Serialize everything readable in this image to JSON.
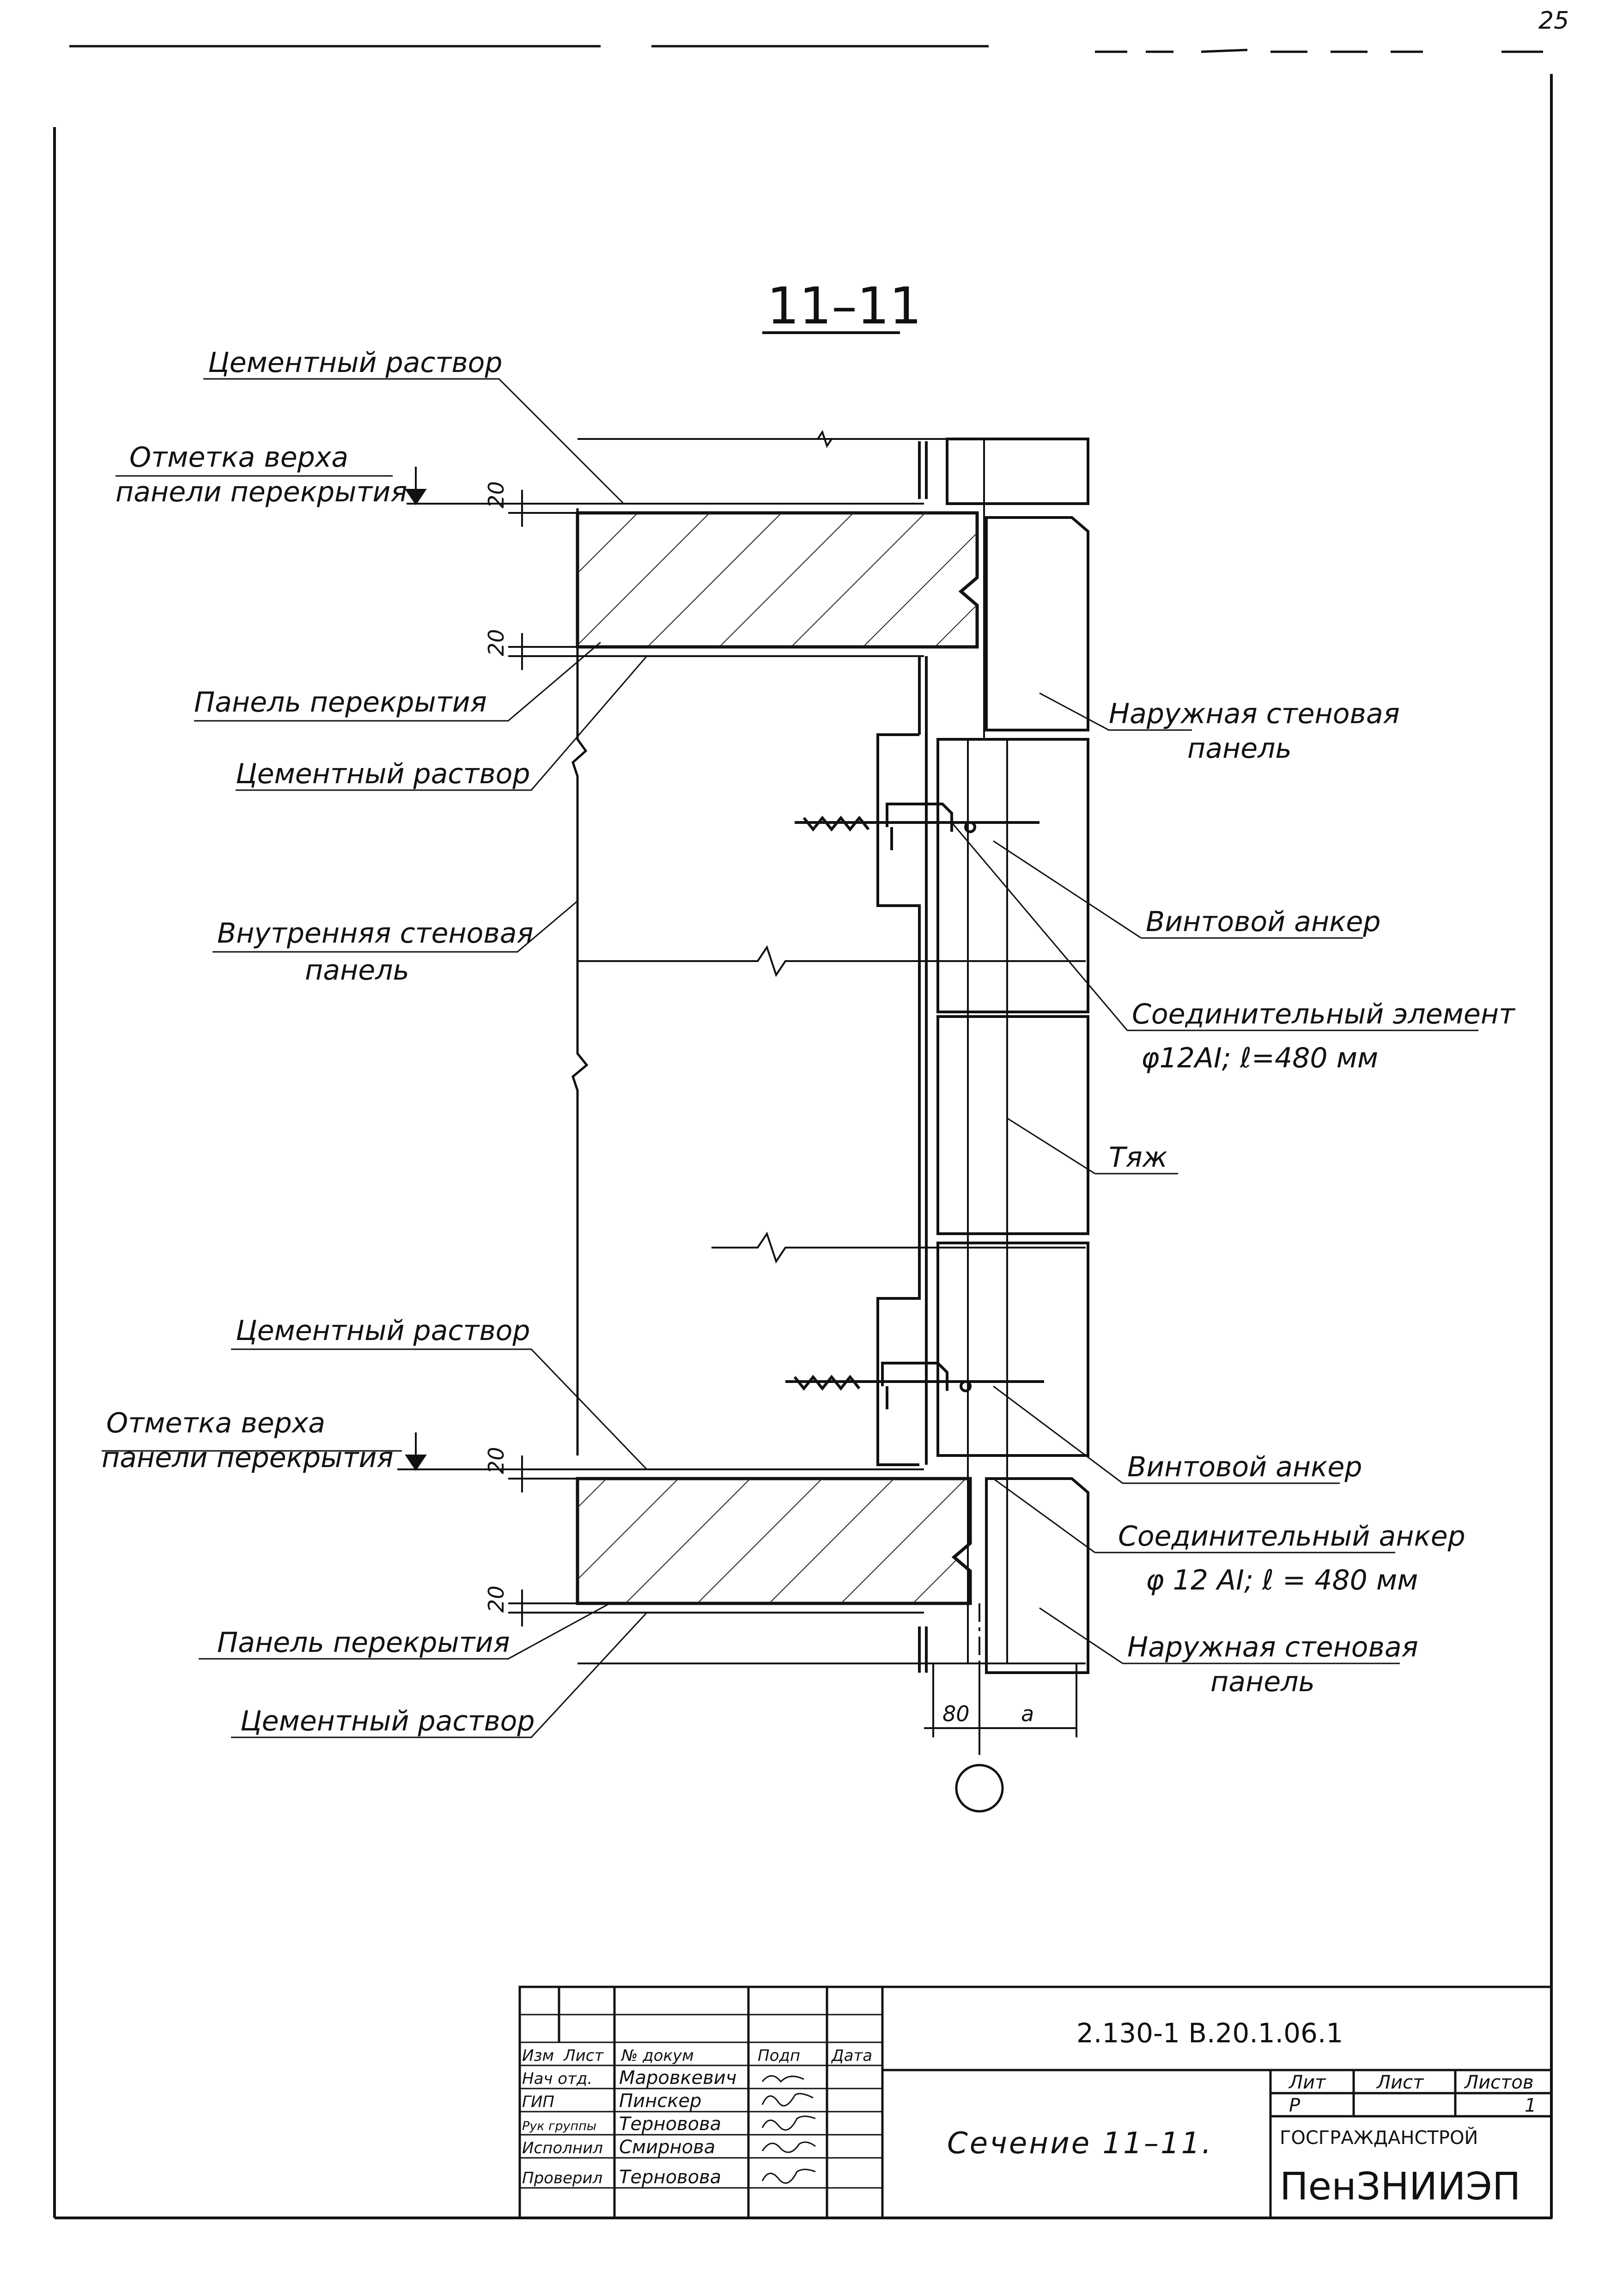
{
  "sheet_number": "25",
  "section_title": "11–11",
  "labels": {
    "cement_mortar_1": "Цементный раствор",
    "top_mark_1_line1": "Отметка  верха",
    "top_mark_1_line2": "панели перекрытия",
    "floor_panel_1": "Панель  перекрытия",
    "cement_mortar_2": "Цементный раствор",
    "inner_wall_line1": "Внутренняя  стеновая",
    "inner_wall_line2": "панель",
    "outer_wall_1_line1": "Наружная  стеновая",
    "outer_wall_1_line2": "панель",
    "screw_anchor_1": "Винтовой  анкер",
    "connector_line1": "Соединительный элемент",
    "connector_line2": "φ12AI;  ℓ=480 мм",
    "tie": "Тяж",
    "cement_mortar_3": "Цементный  раствор",
    "top_mark_2_line1": "Отметка  верха",
    "top_mark_2_line2": "панели перекрытия",
    "screw_anchor_2": "Винтовой  анкер",
    "connector_anchor_line1": "Соединительный анкер",
    "connector_anchor_line2": "φ 12 AI;  ℓ = 480 мм",
    "floor_panel_2": "Панель  перекрытия",
    "outer_wall_2_line1": "Наружная  стеновая",
    "outer_wall_2_line2": "панель",
    "cement_mortar_4": "Цементный раствор"
  },
  "dimensions": {
    "mortar_top_1": "20",
    "mortar_bottom_1": "20",
    "mortar_top_2": "20",
    "mortar_bottom_2": "20",
    "offset_80": "80",
    "offset_a": "а"
  },
  "title_block": {
    "document_code": "2.130-1 В.20.1.06.1",
    "drawing_title": "Сечение  11–11.",
    "organization": "ГОСГРАЖДАНСТРОЙ",
    "institute": "ПенЗНИИЭП",
    "col_headers": [
      "Изм",
      "Лист",
      "№ докум",
      "Подп",
      "Дата"
    ],
    "roles": [
      "Нач отд.",
      "ГИП",
      "Рук группы",
      "Исполнил",
      "Проверил"
    ],
    "names": [
      "Маровкевич",
      "Пинскер",
      "Терновова",
      "Смирнова",
      "Терновова"
    ],
    "stage_label": "Лит",
    "sheet_label": "Лист",
    "sheets_label": "Листов",
    "stage_value": "Р",
    "sheets_value": "1"
  }
}
